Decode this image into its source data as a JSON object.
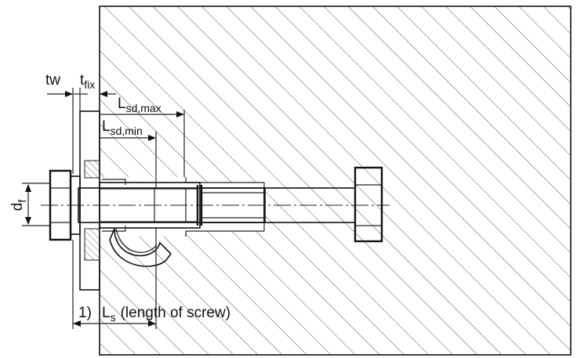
{
  "labels": {
    "tw": "tw",
    "tfix_main": "t",
    "tfix_sub": "fix",
    "lsdmax_main": "L",
    "lsdmax_sub": "sd,max",
    "lsdmin_main": "L",
    "lsdmin_sub": "sd,min",
    "df_main": "d",
    "df_sub": "f",
    "note_ref": "1)",
    "ls_main": "L",
    "ls_sub": "s",
    "ls_desc": "(length of screw)"
  }
}
